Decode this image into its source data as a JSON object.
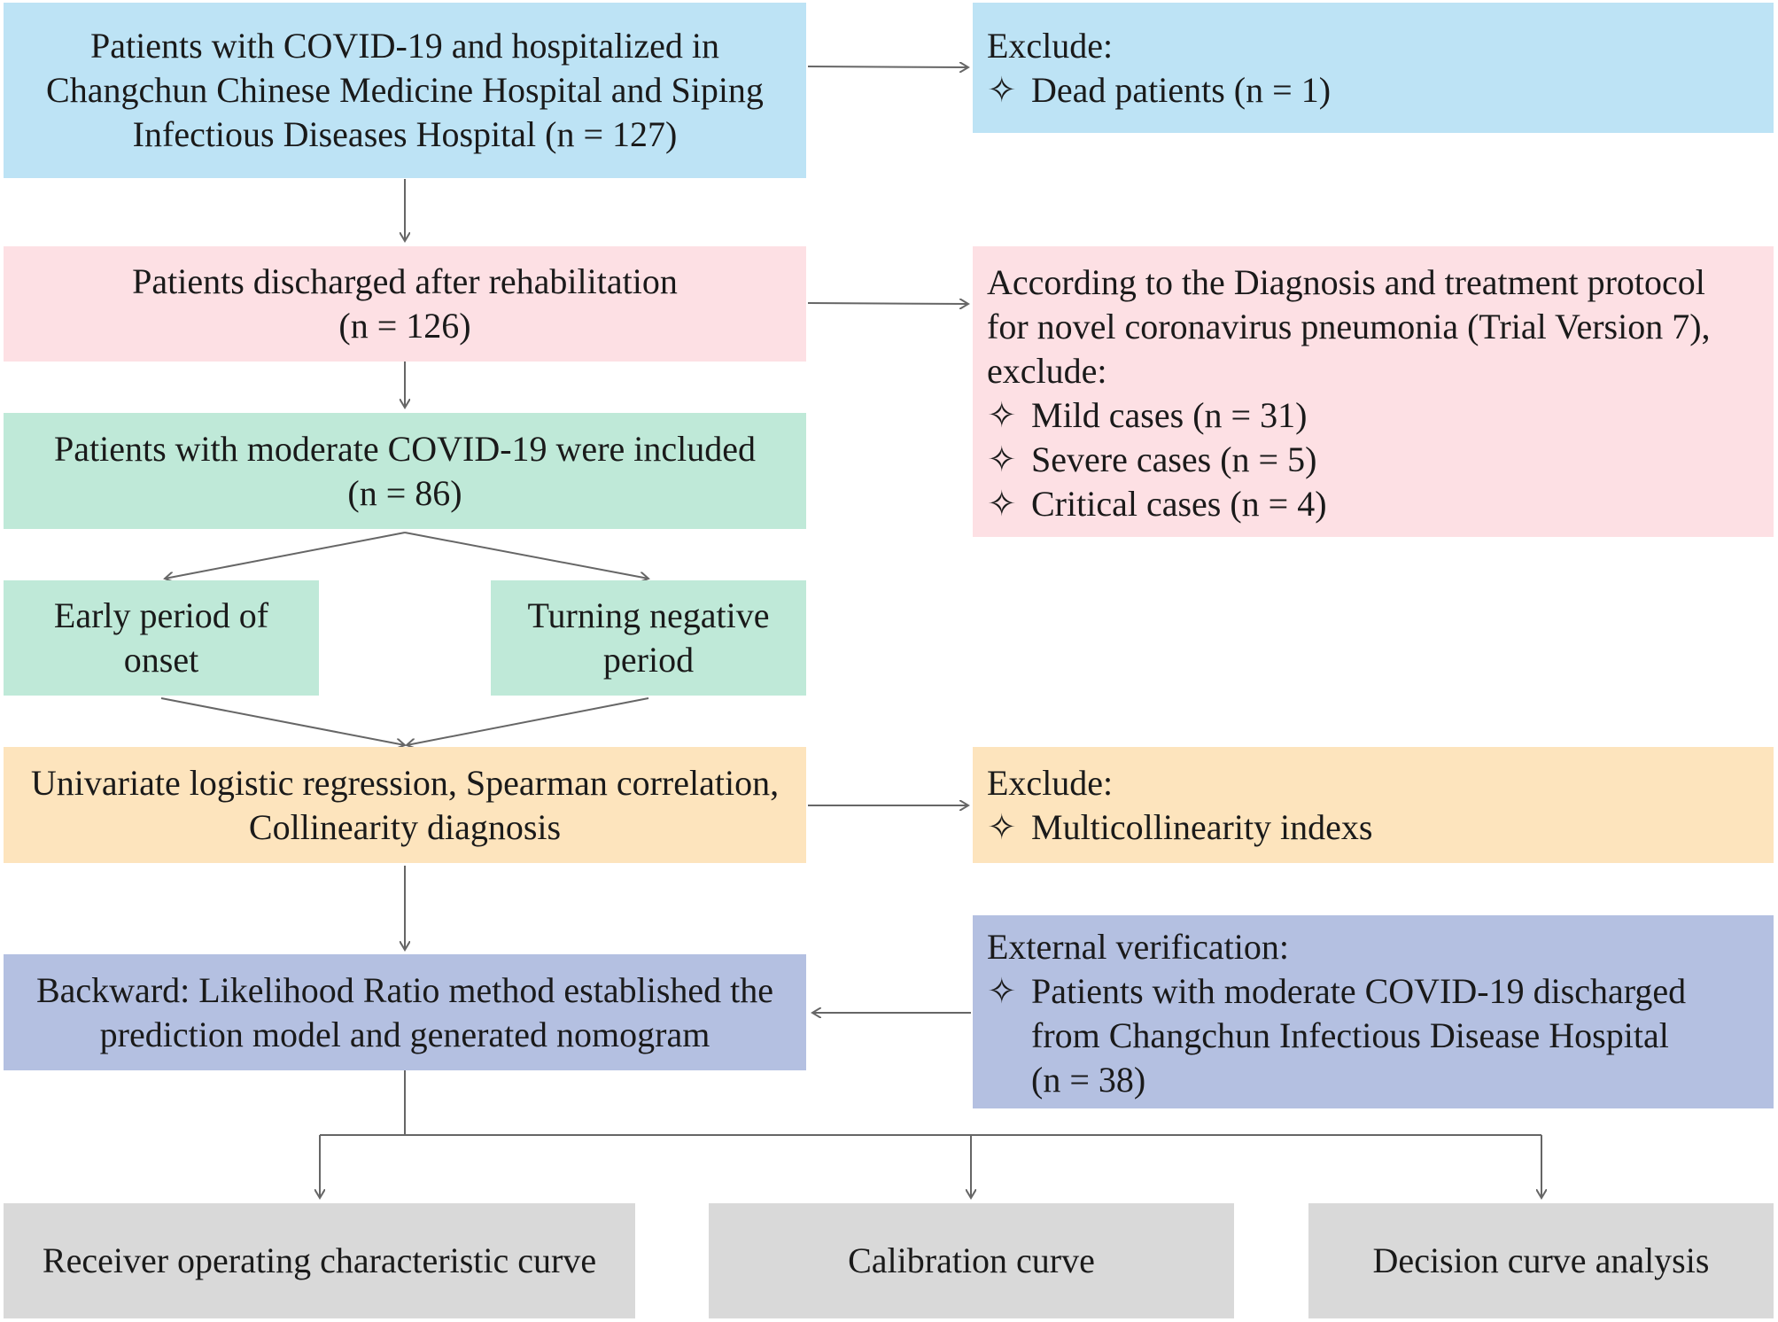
{
  "flowchart": {
    "box1": {
      "lines": [
        "Patients with COVID-19 and hospitalized in",
        "Changchun Chinese Medicine Hospital and Siping",
        "Infectious Diseases Hospital (n = 127)"
      ]
    },
    "box2": {
      "lines": [
        "Patients discharged after rehabilitation",
        "(n = 126)"
      ]
    },
    "box3": {
      "lines": [
        "Patients with moderate COVID-19 were included",
        "(n = 86)"
      ]
    },
    "box4a": {
      "lines": [
        "Early period of",
        "onset"
      ]
    },
    "box4b": {
      "lines": [
        "Turning negative",
        "period"
      ]
    },
    "box5": {
      "lines": [
        "Univariate logistic regression, Spearman correlation,",
        "Collinearity diagnosis"
      ]
    },
    "box6": {
      "lines": [
        "Backward: Likelihood Ratio method established the",
        "prediction model and generated nomogram"
      ]
    },
    "outcomes": [
      "Receiver operating characteristic curve",
      "Calibration curve",
      "Decision curve analysis"
    ],
    "side1": {
      "heading": "Exclude:",
      "bullets": [
        "Dead patients (n = 1)"
      ]
    },
    "side2": {
      "heading_lines": [
        "According to the Diagnosis and treatment protocol",
        "for novel coronavirus pneumonia (Trial Version 7),",
        "exclude:"
      ],
      "bullets": [
        "Mild cases (n = 31)",
        "Severe cases (n = 5)",
        "Critical cases (n = 4)"
      ]
    },
    "side3": {
      "heading": "Exclude:",
      "bullets": [
        "Multicollinearity indexs"
      ]
    },
    "side4": {
      "heading": "External verification:",
      "bullet_lines": [
        "Patients with moderate COVID-19 discharged",
        "from Changchun Infectious Disease Hospital",
        "(n = 38)"
      ]
    },
    "bullet_symbol": "✧"
  }
}
